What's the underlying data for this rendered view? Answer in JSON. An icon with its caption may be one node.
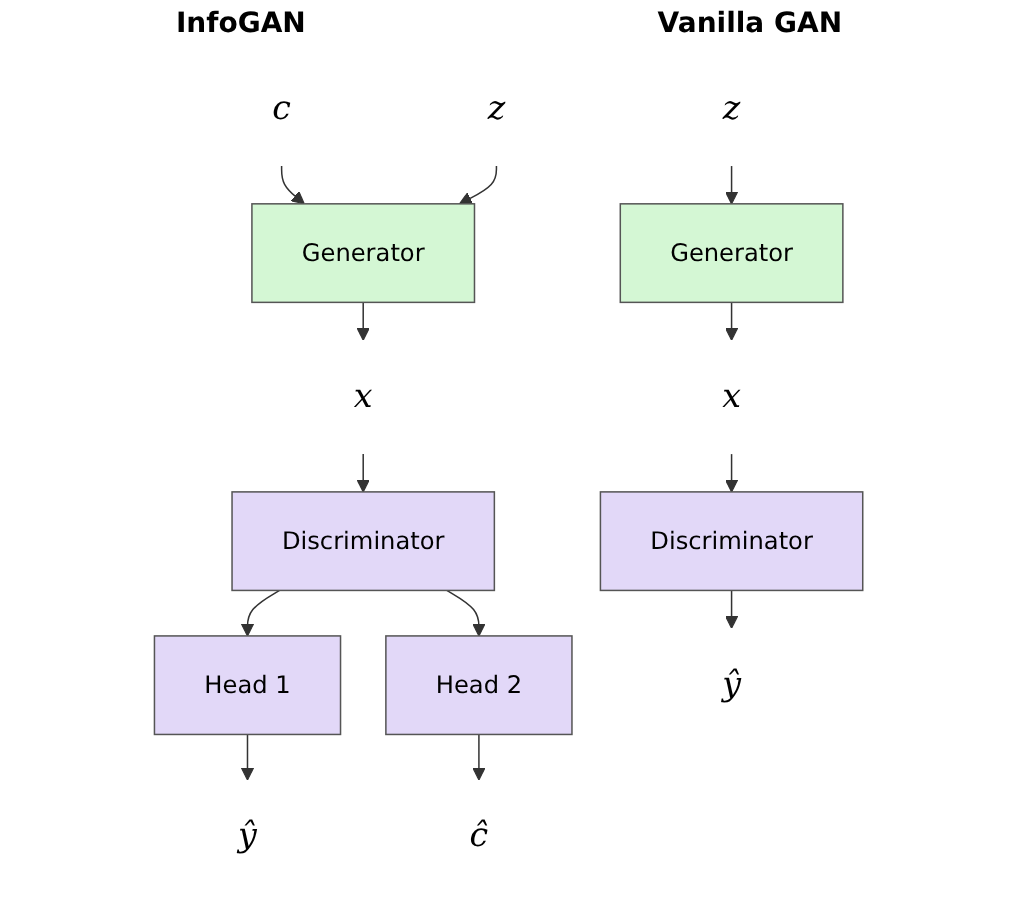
{
  "diagram": {
    "nodes": [
      {
        "text": [
          "c"
        ]
      },
      {
        "text": [
          "z"
        ]
      },
      {
        "text": [
          "Generator"
        ]
      },
      {
        "text": [
          "x"
        ]
      },
      {
        "text": [
          "Discriminator"
        ]
      },
      {
        "text": [
          "Head 1"
        ]
      },
      {
        "text": [
          "Head 2"
        ]
      },
      {
        "text": [
          "ŷ"
        ]
      },
      {
        "text": [
          "ĉ"
        ]
      },
      {
        "text": [
          "z"
        ]
      },
      {
        "text": [
          "Generator"
        ]
      },
      {
        "text": [
          "x"
        ]
      },
      {
        "text": [
          "Discriminator"
        ]
      },
      {
        "text": [
          "ŷ"
        ]
      }
    ],
    "edges": [
      {
        "from": 0,
        "to": 2,
        "arrow": "to"
      },
      {
        "from": 1,
        "to": 2,
        "arrow": "to"
      },
      {
        "from": 2,
        "to": 3,
        "arrow": "to"
      },
      {
        "from": 3,
        "to": 4,
        "arrow": "to"
      },
      {
        "from": 4,
        "to": 5,
        "arrow": "to"
      },
      {
        "from": 4,
        "to": 6,
        "arrow": "to"
      },
      {
        "from": 5,
        "to": 7,
        "arrow": "to"
      },
      {
        "from": 6,
        "to": 8,
        "arrow": "to"
      },
      {
        "from": 9,
        "to": 10,
        "arrow": "to"
      },
      {
        "from": 10,
        "to": 11,
        "arrow": "to"
      },
      {
        "from": 11,
        "to": 12,
        "arrow": "to"
      },
      {
        "from": 12,
        "to": 13,
        "arrow": "to"
      }
    ],
    "labels": [
      "InfoGAN",
      "Vanilla GAN"
    ]
  }
}
